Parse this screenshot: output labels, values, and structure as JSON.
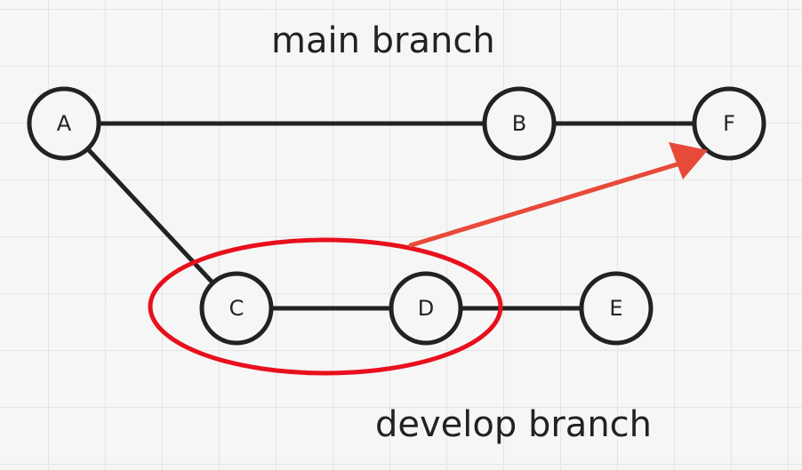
{
  "labels": {
    "main": "main branch",
    "develop": "develop branch"
  },
  "nodes": [
    {
      "id": "A",
      "label": "A"
    },
    {
      "id": "B",
      "label": "B"
    },
    {
      "id": "F",
      "label": "F"
    },
    {
      "id": "C",
      "label": "C"
    },
    {
      "id": "D",
      "label": "D"
    },
    {
      "id": "E",
      "label": "E"
    }
  ],
  "edges": [
    {
      "from": "A",
      "to": "B"
    },
    {
      "from": "B",
      "to": "F"
    },
    {
      "from": "A",
      "to": "C"
    },
    {
      "from": "C",
      "to": "D"
    },
    {
      "from": "D",
      "to": "E"
    }
  ],
  "colors": {
    "stroke": "#222222",
    "highlight": "#e8101c",
    "arrow": "#e84a3a"
  }
}
